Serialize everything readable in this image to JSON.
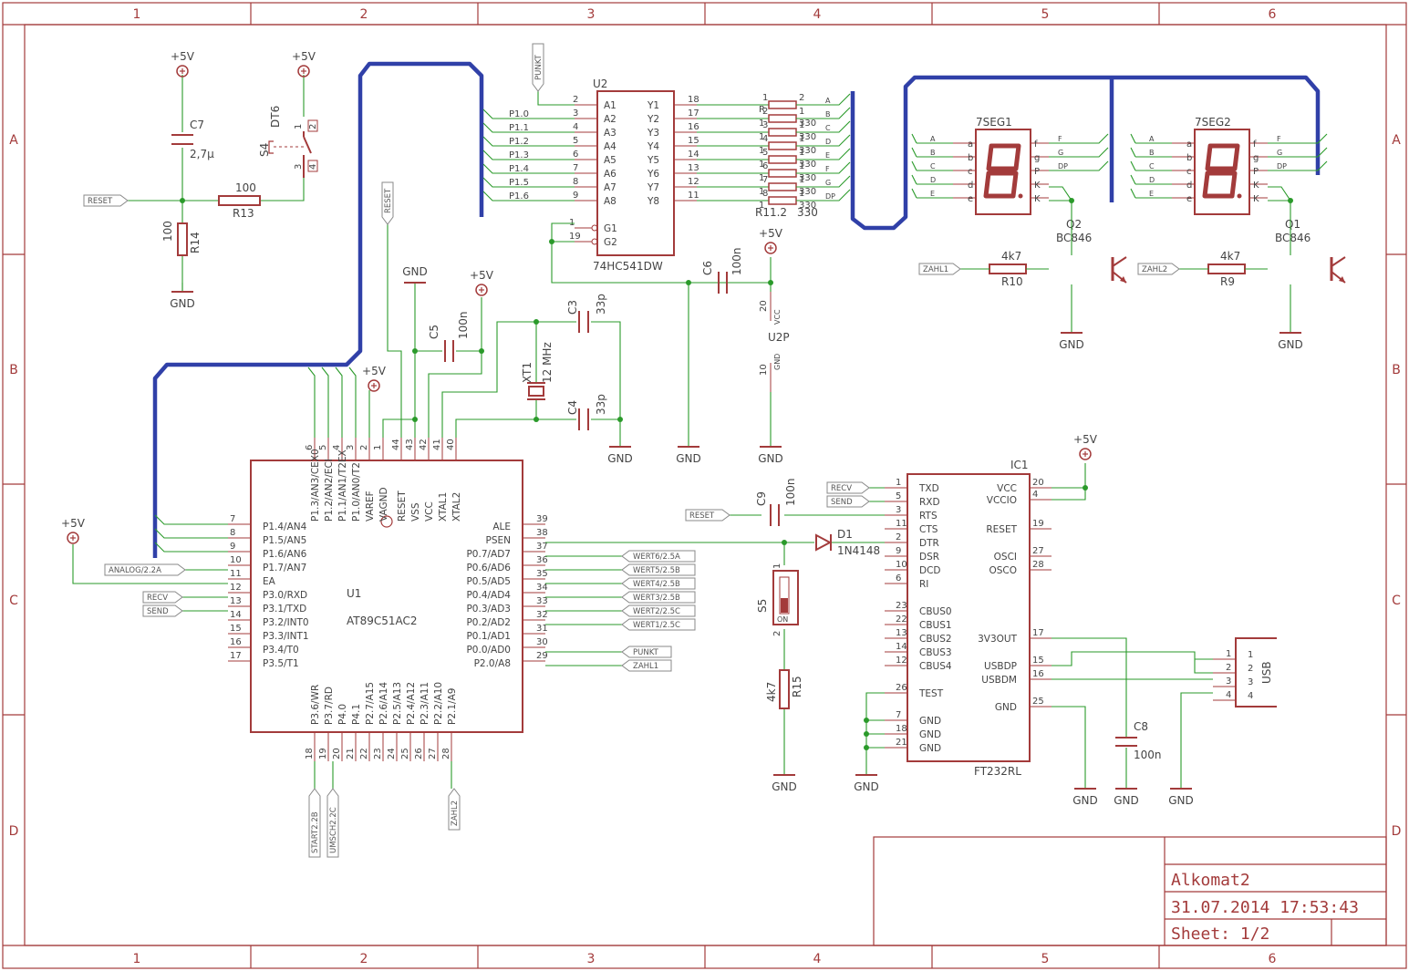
{
  "title_block": {
    "project": "Alkomat2",
    "datetime": "31.07.2014 17:53:43",
    "sheet": "Sheet: 1/2"
  },
  "grid": {
    "cols": [
      "1",
      "2",
      "3",
      "4",
      "5",
      "6"
    ],
    "rows": [
      "A",
      "B",
      "C",
      "D"
    ]
  },
  "colors": {
    "frame": "#a33b3b",
    "wire": "#2a9a2a",
    "bus": "#3040a8",
    "tag": "#888888"
  },
  "power": {
    "vcc": "+5V",
    "gnd": "GND"
  },
  "u1": {
    "name": "U1",
    "value": "AT89C51AC2",
    "top_pins": [
      {
        "num": "6",
        "name": "P1.3/AN3/CEX0"
      },
      {
        "num": "5",
        "name": "P1.2/AN2/ECI"
      },
      {
        "num": "4",
        "name": "P1.1/AN1/T2EX"
      },
      {
        "num": "3",
        "name": "P1.0/AN0/T2"
      },
      {
        "num": "2",
        "name": "VAREF"
      },
      {
        "num": "1",
        "name": "VAGND"
      },
      {
        "num": "44",
        "name": "RESET"
      },
      {
        "num": "43",
        "name": "VSS"
      },
      {
        "num": "42",
        "name": "VCC"
      },
      {
        "num": "41",
        "name": "XTAL1"
      },
      {
        "num": "40",
        "name": "XTAL2"
      }
    ],
    "left_pins": [
      {
        "num": "7",
        "name": "P1.4/AN4"
      },
      {
        "num": "8",
        "name": "P1.5/AN5"
      },
      {
        "num": "9",
        "name": "P1.6/AN6"
      },
      {
        "num": "10",
        "name": "P1.7/AN7"
      },
      {
        "num": "11",
        "name": "EA"
      },
      {
        "num": "12",
        "name": "P3.0/RXD"
      },
      {
        "num": "13",
        "name": "P3.1/TXD"
      },
      {
        "num": "14",
        "name": "P3.2/INT0"
      },
      {
        "num": "15",
        "name": "P3.3/INT1"
      },
      {
        "num": "16",
        "name": "P3.4/T0"
      },
      {
        "num": "17",
        "name": "P3.5/T1"
      }
    ],
    "right_pins": [
      {
        "num": "39",
        "name": "ALE"
      },
      {
        "num": "38",
        "name": "PSEN"
      },
      {
        "num": "37",
        "name": "P0.7/AD7"
      },
      {
        "num": "36",
        "name": "P0.6/AD6"
      },
      {
        "num": "35",
        "name": "P0.5/AD5"
      },
      {
        "num": "34",
        "name": "P0.4/AD4"
      },
      {
        "num": "33",
        "name": "P0.3/AD3"
      },
      {
        "num": "32",
        "name": "P0.2/AD2"
      },
      {
        "num": "31",
        "name": "P0.1/AD1"
      },
      {
        "num": "30",
        "name": "P0.0/AD0"
      },
      {
        "num": "29",
        "name": "P2.0/A8"
      }
    ],
    "bottom_pins": [
      {
        "num": "18",
        "name": "P3.6/WR"
      },
      {
        "num": "19",
        "name": "P3.7/RD"
      },
      {
        "num": "20",
        "name": "P4.0"
      },
      {
        "num": "21",
        "name": "P4.1"
      },
      {
        "num": "22",
        "name": "P2.7/A15"
      },
      {
        "num": "23",
        "name": "P2.6/A14"
      },
      {
        "num": "24",
        "name": "P2.5/A13"
      },
      {
        "num": "25",
        "name": "P2.4/A12"
      },
      {
        "num": "26",
        "name": "P2.3/A11"
      },
      {
        "num": "27",
        "name": "P2.2/A10"
      },
      {
        "num": "28",
        "name": "P2.1/A9"
      }
    ]
  },
  "u2": {
    "name": "U2",
    "value": "74HC541DW",
    "left_pins": [
      {
        "num": "2",
        "name": "A1"
      },
      {
        "num": "3",
        "name": "A2"
      },
      {
        "num": "4",
        "name": "A3"
      },
      {
        "num": "5",
        "name": "A4"
      },
      {
        "num": "6",
        "name": "A5"
      },
      {
        "num": "7",
        "name": "A6"
      },
      {
        "num": "8",
        "name": "A7"
      },
      {
        "num": "9",
        "name": "A8"
      }
    ],
    "right_pins": [
      {
        "num": "18",
        "name": "Y1"
      },
      {
        "num": "17",
        "name": "Y2"
      },
      {
        "num": "16",
        "name": "Y3"
      },
      {
        "num": "15",
        "name": "Y4"
      },
      {
        "num": "14",
        "name": "Y5"
      },
      {
        "num": "13",
        "name": "Y6"
      },
      {
        "num": "12",
        "name": "Y7"
      },
      {
        "num": "11",
        "name": "Y8"
      }
    ],
    "g_pins": [
      {
        "num": "1",
        "name": "G1"
      },
      {
        "num": "19",
        "name": "G2"
      }
    ],
    "in_nets": [
      "P1.0",
      "P1.1",
      "P1.2",
      "P1.3",
      "P1.4",
      "P1.5",
      "P1.6"
    ],
    "power_part": "U2P",
    "vcc_pin": "20",
    "vcc_name": "VCC",
    "gnd_pin": "10",
    "gnd_name": "GND"
  },
  "r11": {
    "name": "R11.2",
    "value": "330",
    "left_nums": [
      "1",
      "2",
      "3",
      "4",
      "5",
      "6",
      "7",
      "8"
    ],
    "right_nums": [
      "2",
      "1",
      "1",
      "1",
      "1",
      "1",
      "1",
      "1"
    ],
    "right_vals": [
      "",
      "330",
      "330",
      "330",
      "330",
      "330",
      "330",
      "330"
    ],
    "left_overlap": [
      "R",
      "1",
      "1",
      "1",
      "1",
      "1",
      "1",
      "1"
    ],
    "seg_nets": [
      "A",
      "B",
      "C",
      "D",
      "E",
      "F",
      "G",
      "DP"
    ]
  },
  "ic1": {
    "name": "IC1",
    "value": "FT232RL",
    "left_pins": [
      {
        "num": "1",
        "name": "TXD"
      },
      {
        "num": "5",
        "name": "RXD"
      },
      {
        "num": "3",
        "name": "RTS"
      },
      {
        "num": "11",
        "name": "CTS"
      },
      {
        "num": "2",
        "name": "DTR"
      },
      {
        "num": "9",
        "name": "DSR"
      },
      {
        "num": "10",
        "name": "DCD"
      },
      {
        "num": "6",
        "name": "RI"
      },
      {
        "num": "23",
        "name": "CBUS0"
      },
      {
        "num": "22",
        "name": "CBUS1"
      },
      {
        "num": "13",
        "name": "CBUS2"
      },
      {
        "num": "14",
        "name": "CBUS3"
      },
      {
        "num": "12",
        "name": "CBUS4"
      },
      {
        "num": "26",
        "name": "TEST"
      },
      {
        "num": "7",
        "name": "GND"
      },
      {
        "num": "18",
        "name": "GND"
      },
      {
        "num": "21",
        "name": "GND"
      }
    ],
    "right_pins": [
      {
        "num": "20",
        "name": "VCC"
      },
      {
        "num": "4",
        "name": "VCCIO"
      },
      {
        "num": "19",
        "name": "RESET"
      },
      {
        "num": "27",
        "name": "OSCI"
      },
      {
        "num": "28",
        "name": "OSCO"
      },
      {
        "num": "17",
        "name": "3V3OUT"
      },
      {
        "num": "15",
        "name": "USBDP"
      },
      {
        "num": "16",
        "name": "USBDM"
      },
      {
        "num": "25",
        "name": "GND"
      }
    ]
  },
  "usb": {
    "name": "USB",
    "pins": [
      "1",
      "2",
      "3",
      "4"
    ]
  },
  "displays": [
    {
      "name": "7SEG1",
      "pins_left": [
        "a",
        "b",
        "c",
        "d",
        "e"
      ],
      "pins_right": [
        "f",
        "g",
        "P",
        "K",
        "K"
      ],
      "nets_left": [
        "A",
        "B",
        "C",
        "D",
        "E"
      ],
      "nets_right": [
        "F",
        "G",
        "DP"
      ],
      "transistor": "Q2",
      "tvalue": "BC846",
      "rname": "R10",
      "rvalue": "4k7",
      "tag": "ZAHL1"
    },
    {
      "name": "7SEG2",
      "pins_left": [
        "a",
        "b",
        "c",
        "d",
        "e"
      ],
      "pins_right": [
        "f",
        "g",
        "P",
        "K",
        "K"
      ],
      "nets_left": [
        "A",
        "B",
        "C",
        "D",
        "E"
      ],
      "nets_right": [
        "F",
        "G",
        "DP"
      ],
      "transistor": "Q1",
      "tvalue": "BC846",
      "rname": "R9",
      "rvalue": "4k7",
      "tag": "ZAHL2"
    }
  ],
  "components": {
    "c7": {
      "name": "C7",
      "value": "2,7µ"
    },
    "r13": {
      "name": "R13",
      "value": "100"
    },
    "r14": {
      "name": "R14",
      "value": "100"
    },
    "s4": {
      "name": "S4",
      "value": "DT6",
      "pins": [
        "1",
        "2",
        "3",
        "4"
      ]
    },
    "c5": {
      "name": "C5",
      "value": "100n"
    },
    "c3": {
      "name": "C3",
      "value": "33p"
    },
    "c4": {
      "name": "C4",
      "value": "33p"
    },
    "xt1": {
      "name": "XT1",
      "value": "12 MHz"
    },
    "c6": {
      "name": "C6",
      "value": "100n"
    },
    "c9": {
      "name": "C9",
      "value": "100n"
    },
    "d1": {
      "name": "D1",
      "value": "1N4148"
    },
    "s5": {
      "name": "S5",
      "value": "ON",
      "pins": [
        "1",
        "2"
      ]
    },
    "r15": {
      "name": "R15",
      "value": "4k7"
    },
    "c8": {
      "name": "C8",
      "value": "100n"
    }
  },
  "tags": {
    "reset": "RESET",
    "punkt": "PUNKT",
    "analog": "ANALOG/2.2A",
    "recv": "RECV",
    "send": "SEND",
    "wert": [
      "WERT6/2.5A",
      "WERT5/2.5B",
      "WERT4/2.5B",
      "WERT3/2.5B",
      "WERT2/2.5C",
      "WERT1/2.5C"
    ],
    "punkt_out": "PUNKT",
    "zahl1": "ZAHL1",
    "start": "START2.2B",
    "umsch": "UMSCH2.2C",
    "zahl2": "ZAHL2"
  }
}
